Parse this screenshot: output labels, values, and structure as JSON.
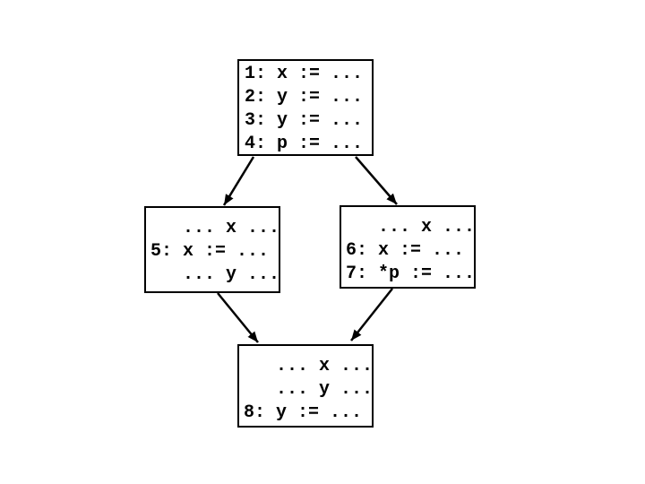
{
  "diagram": {
    "type": "control-flow-graph",
    "colors": {
      "background": "#ffffff",
      "ink": "#000000"
    },
    "nodes": [
      {
        "id": "block-1-4",
        "lines": [
          "1: x := ...",
          "2: y := ...",
          "3: y := ...",
          "4: p := ..."
        ]
      },
      {
        "id": "block-5",
        "lines": [
          "   ... x ...",
          "5: x := ...",
          "   ... y ..."
        ]
      },
      {
        "id": "block-6-7",
        "lines": [
          "   ... x ...",
          "6: x := ...",
          "7: *p := ..."
        ]
      },
      {
        "id": "block-8",
        "lines": [
          "   ... x ...",
          "   ... y ...",
          "8: y := ..."
        ]
      }
    ],
    "edges": [
      {
        "from": "block-1-4",
        "to": "block-5"
      },
      {
        "from": "block-1-4",
        "to": "block-6-7"
      },
      {
        "from": "block-5",
        "to": "block-8"
      },
      {
        "from": "block-6-7",
        "to": "block-8"
      }
    ]
  }
}
